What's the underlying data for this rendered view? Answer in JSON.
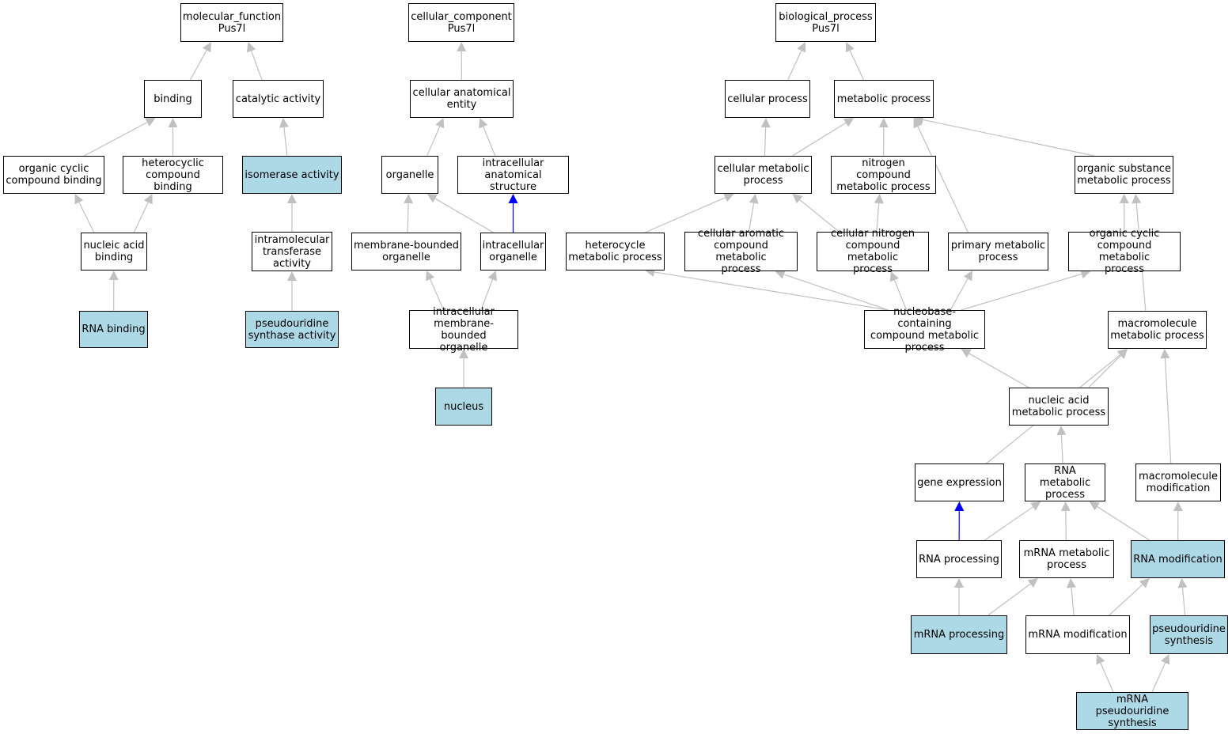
{
  "colors": {
    "edge": "#c0c0c0",
    "highlight_edge": "#0000ff",
    "highlight_fill": "#add8e6",
    "node_fill": "#ffffff",
    "border": "#000000"
  },
  "nodes": [
    {
      "id": "mf",
      "label": "molecular_function\nPus7l",
      "highlight": false
    },
    {
      "id": "binding",
      "label": "binding",
      "highlight": false
    },
    {
      "id": "catalytic",
      "label": "catalytic activity",
      "highlight": false
    },
    {
      "id": "organic_cyclic_binding",
      "label": "organic cyclic\ncompound binding",
      "highlight": false
    },
    {
      "id": "heterocyclic_binding",
      "label": "heterocyclic\ncompound binding",
      "highlight": false
    },
    {
      "id": "isomerase",
      "label": "isomerase activity",
      "highlight": true
    },
    {
      "id": "nucleic_acid_binding",
      "label": "nucleic acid\nbinding",
      "highlight": false
    },
    {
      "id": "intramolecular",
      "label": "intramolecular\ntransferase\nactivity",
      "highlight": false
    },
    {
      "id": "rna_binding",
      "label": "RNA binding",
      "highlight": true
    },
    {
      "id": "pseudouridine_synthase",
      "label": "pseudouridine\nsynthase activity",
      "highlight": true
    },
    {
      "id": "cc",
      "label": "cellular_component\nPus7l",
      "highlight": false
    },
    {
      "id": "cae",
      "label": "cellular anatomical\nentity",
      "highlight": false
    },
    {
      "id": "organelle",
      "label": "organelle",
      "highlight": false
    },
    {
      "id": "intracellular_structure",
      "label": "intracellular\nanatomical structure",
      "highlight": false
    },
    {
      "id": "membrane_bounded",
      "label": "membrane-bounded\norganelle",
      "highlight": false
    },
    {
      "id": "intracellular_organelle",
      "label": "intracellular\norganelle",
      "highlight": false
    },
    {
      "id": "intracellular_mbo",
      "label": "intracellular\nmembrane-bounded\norganelle",
      "highlight": false
    },
    {
      "id": "nucleus",
      "label": "nucleus",
      "highlight": true
    },
    {
      "id": "bp",
      "label": "biological_process\nPus7l",
      "highlight": false
    },
    {
      "id": "cellular_process",
      "label": "cellular process",
      "highlight": false
    },
    {
      "id": "metabolic_process",
      "label": "metabolic process",
      "highlight": false
    },
    {
      "id": "cellular_metabolic",
      "label": "cellular metabolic\nprocess",
      "highlight": false
    },
    {
      "id": "nitrogen_compound",
      "label": "nitrogen compound\nmetabolic process",
      "highlight": false
    },
    {
      "id": "organic_substance",
      "label": "organic substance\nmetabolic process",
      "highlight": false
    },
    {
      "id": "heterocycle",
      "label": "heterocycle\nmetabolic process",
      "highlight": false
    },
    {
      "id": "cellular_aromatic",
      "label": "cellular aromatic\ncompound metabolic\nprocess",
      "highlight": false
    },
    {
      "id": "cellular_nitrogen",
      "label": "cellular nitrogen\ncompound metabolic\nprocess",
      "highlight": false
    },
    {
      "id": "primary_metabolic",
      "label": "primary metabolic\nprocess",
      "highlight": false
    },
    {
      "id": "organic_cyclic_metabolic",
      "label": "organic cyclic\ncompound metabolic\nprocess",
      "highlight": false
    },
    {
      "id": "nucleobase",
      "label": "nucleobase-containing\ncompound metabolic\nprocess",
      "highlight": false
    },
    {
      "id": "macromolecule_metabolic",
      "label": "macromolecule\nmetabolic process",
      "highlight": false
    },
    {
      "id": "nucleic_acid_metabolic",
      "label": "nucleic acid\nmetabolic process",
      "highlight": false
    },
    {
      "id": "gene_expression",
      "label": "gene expression",
      "highlight": false
    },
    {
      "id": "rna_metabolic",
      "label": "RNA metabolic\nprocess",
      "highlight": false
    },
    {
      "id": "macromolecule_modification",
      "label": "macromolecule\nmodification",
      "highlight": false
    },
    {
      "id": "rna_processing",
      "label": "RNA processing",
      "highlight": false
    },
    {
      "id": "mrna_metabolic",
      "label": "mRNA metabolic\nprocess",
      "highlight": false
    },
    {
      "id": "rna_modification",
      "label": "RNA modification",
      "highlight": true
    },
    {
      "id": "mrna_processing",
      "label": "mRNA processing",
      "highlight": true
    },
    {
      "id": "mrna_modification",
      "label": "mRNA modification",
      "highlight": false
    },
    {
      "id": "pseudouridine_synthesis",
      "label": "pseudouridine\nsynthesis",
      "highlight": true
    },
    {
      "id": "mrna_pseudouridine",
      "label": "mRNA pseudouridine\nsynthesis",
      "highlight": true
    }
  ],
  "edges": [
    {
      "from": "binding",
      "to": "mf",
      "highlight": false
    },
    {
      "from": "catalytic",
      "to": "mf",
      "highlight": false
    },
    {
      "from": "organic_cyclic_binding",
      "to": "binding",
      "highlight": false
    },
    {
      "from": "heterocyclic_binding",
      "to": "binding",
      "highlight": false
    },
    {
      "from": "isomerase",
      "to": "catalytic",
      "highlight": false
    },
    {
      "from": "nucleic_acid_binding",
      "to": "organic_cyclic_binding",
      "highlight": false
    },
    {
      "from": "nucleic_acid_binding",
      "to": "heterocyclic_binding",
      "highlight": false
    },
    {
      "from": "intramolecular",
      "to": "isomerase",
      "highlight": false
    },
    {
      "from": "rna_binding",
      "to": "nucleic_acid_binding",
      "highlight": false
    },
    {
      "from": "pseudouridine_synthase",
      "to": "intramolecular",
      "highlight": false
    },
    {
      "from": "cae",
      "to": "cc",
      "highlight": false
    },
    {
      "from": "organelle",
      "to": "cae",
      "highlight": false
    },
    {
      "from": "intracellular_structure",
      "to": "cae",
      "highlight": false
    },
    {
      "from": "membrane_bounded",
      "to": "organelle",
      "highlight": false
    },
    {
      "from": "intracellular_organelle",
      "to": "organelle",
      "highlight": false
    },
    {
      "from": "intracellular_organelle",
      "to": "intracellular_structure",
      "highlight": true
    },
    {
      "from": "intracellular_mbo",
      "to": "membrane_bounded",
      "highlight": false
    },
    {
      "from": "intracellular_mbo",
      "to": "intracellular_organelle",
      "highlight": false
    },
    {
      "from": "nucleus",
      "to": "intracellular_mbo",
      "highlight": false
    },
    {
      "from": "cellular_process",
      "to": "bp",
      "highlight": false
    },
    {
      "from": "metabolic_process",
      "to": "bp",
      "highlight": false
    },
    {
      "from": "cellular_metabolic",
      "to": "cellular_process",
      "highlight": false
    },
    {
      "from": "cellular_metabolic",
      "to": "metabolic_process",
      "highlight": false
    },
    {
      "from": "nitrogen_compound",
      "to": "metabolic_process",
      "highlight": false
    },
    {
      "from": "organic_substance",
      "to": "metabolic_process",
      "highlight": false
    },
    {
      "from": "primary_metabolic",
      "to": "metabolic_process",
      "highlight": false
    },
    {
      "from": "heterocycle",
      "to": "cellular_metabolic",
      "highlight": false
    },
    {
      "from": "cellular_aromatic",
      "to": "cellular_metabolic",
      "highlight": false
    },
    {
      "from": "cellular_nitrogen",
      "to": "cellular_metabolic",
      "highlight": false
    },
    {
      "from": "cellular_nitrogen",
      "to": "nitrogen_compound",
      "highlight": false
    },
    {
      "from": "organic_cyclic_metabolic",
      "to": "organic_substance",
      "highlight": false
    },
    {
      "from": "macromolecule_metabolic",
      "to": "organic_substance",
      "highlight": false
    },
    {
      "from": "nucleobase",
      "to": "heterocycle",
      "highlight": false
    },
    {
      "from": "nucleobase",
      "to": "cellular_aromatic",
      "highlight": false
    },
    {
      "from": "nucleobase",
      "to": "cellular_nitrogen",
      "highlight": false
    },
    {
      "from": "nucleobase",
      "to": "primary_metabolic",
      "highlight": false
    },
    {
      "from": "nucleobase",
      "to": "organic_cyclic_metabolic",
      "highlight": false
    },
    {
      "from": "nucleic_acid_metabolic",
      "to": "nucleobase",
      "highlight": false
    },
    {
      "from": "nucleic_acid_metabolic",
      "to": "macromolecule_metabolic",
      "highlight": false
    },
    {
      "from": "gene_expression",
      "to": "macromolecule_metabolic",
      "highlight": false
    },
    {
      "from": "macromolecule_modification",
      "to": "macromolecule_metabolic",
      "highlight": false
    },
    {
      "from": "rna_metabolic",
      "to": "nucleic_acid_metabolic",
      "highlight": false
    },
    {
      "from": "rna_processing",
      "to": "gene_expression",
      "highlight": true
    },
    {
      "from": "rna_processing",
      "to": "rna_metabolic",
      "highlight": false
    },
    {
      "from": "mrna_metabolic",
      "to": "rna_metabolic",
      "highlight": false
    },
    {
      "from": "rna_modification",
      "to": "rna_metabolic",
      "highlight": false
    },
    {
      "from": "rna_modification",
      "to": "macromolecule_modification",
      "highlight": false
    },
    {
      "from": "mrna_processing",
      "to": "rna_processing",
      "highlight": false
    },
    {
      "from": "mrna_processing",
      "to": "mrna_metabolic",
      "highlight": false
    },
    {
      "from": "mrna_modification",
      "to": "mrna_metabolic",
      "highlight": false
    },
    {
      "from": "mrna_modification",
      "to": "rna_modification",
      "highlight": false
    },
    {
      "from": "pseudouridine_synthesis",
      "to": "rna_modification",
      "highlight": false
    },
    {
      "from": "mrna_pseudouridine",
      "to": "mrna_modification",
      "highlight": false
    },
    {
      "from": "mrna_pseudouridine",
      "to": "pseudouridine_synthesis",
      "highlight": false
    }
  ]
}
